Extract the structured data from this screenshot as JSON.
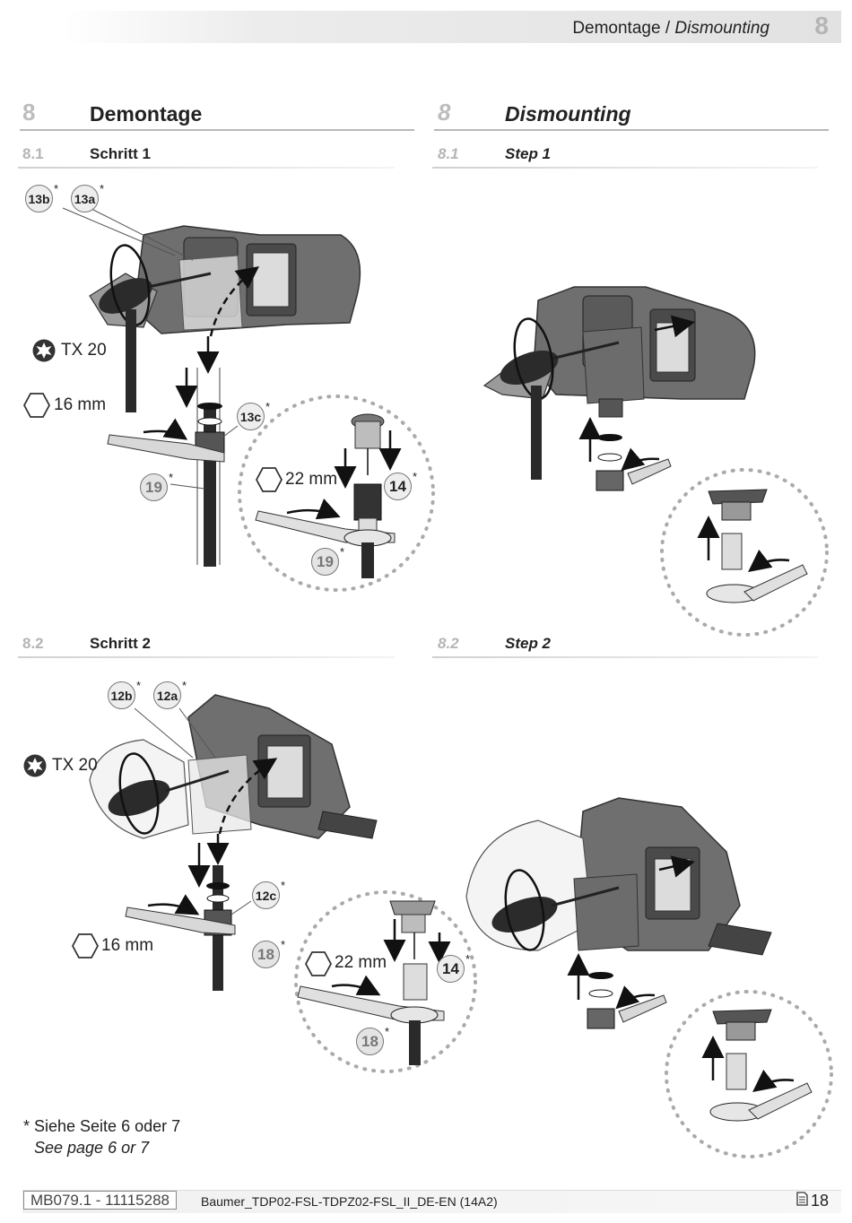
{
  "header": {
    "title_de": "Demontage",
    "separator": " / ",
    "title_en": "Dismounting",
    "chapter": "8"
  },
  "section": {
    "de": {
      "number": "8",
      "title": "Demontage"
    },
    "en": {
      "number": "8",
      "title": "Dismounting"
    }
  },
  "steps": {
    "s1": {
      "number": "8.1",
      "de": "Schritt 1",
      "en": "Step 1"
    },
    "s2": {
      "number": "8.2",
      "de": "Schritt 2",
      "en": "Step 2"
    }
  },
  "labels": {
    "tx20": "TX 20",
    "wrench16": "16 mm",
    "wrench22": "22 mm"
  },
  "callouts": {
    "c13b": "13b",
    "c13a": "13a",
    "c13c": "13c",
    "c12b": "12b",
    "c12a": "12a",
    "c12c": "12c",
    "c14": "14",
    "c18": "18",
    "c19": "19",
    "star": "*"
  },
  "note": {
    "de": "* Siehe Seite 6 oder 7",
    "en": "See page 6 or 7"
  },
  "footer": {
    "code": "MB079.1 - 11115288",
    "document": "Baumer_TDP02-FSL-TDPZ02-FSL_II_DE-EN (14A2)",
    "page": "18"
  },
  "icons": [
    "torx-icon",
    "hex-nut-icon",
    "page-icon"
  ]
}
